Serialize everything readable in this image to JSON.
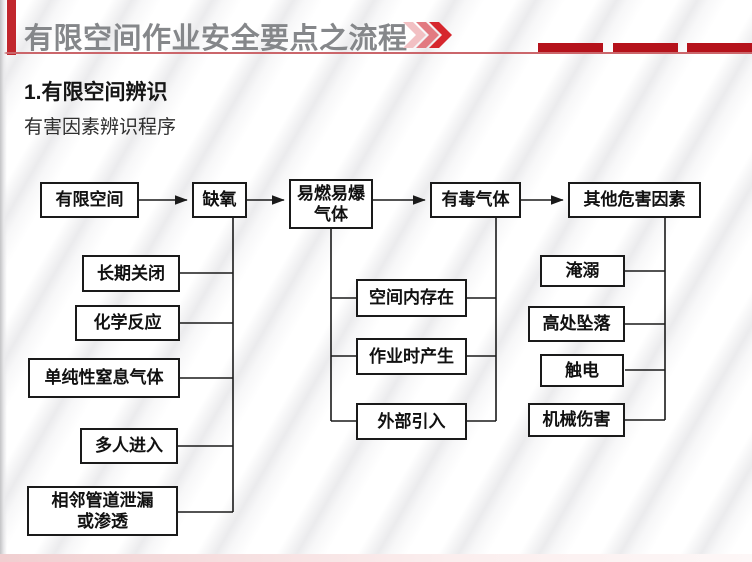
{
  "header": {
    "title": "有限空间作业安全要点之流程",
    "chevrons_icon": "triple-chevron-right",
    "accent_red": "#c1272d",
    "dash_red": "#b5121b",
    "rule_red": "#cb666b"
  },
  "section": {
    "heading": "1.有限空间辨识",
    "subtitle": "有害因素辨识程序"
  },
  "flowchart": {
    "top_row": [
      "有限空间",
      "缺氧",
      "易燃易爆\n气体",
      "有毒气体",
      "其他危害因素"
    ],
    "confined_space_branch": [
      "长期关闭",
      "化学反应",
      "单纯性窒息气体",
      "多人进入",
      "相邻管道泄漏\n或渗透"
    ],
    "gas_branch": [
      "空间内存在",
      "作业时产生",
      "外部引入"
    ],
    "other_hazards_branch": [
      "淹溺",
      "高处坠落",
      "触电",
      "机械伤害"
    ]
  }
}
